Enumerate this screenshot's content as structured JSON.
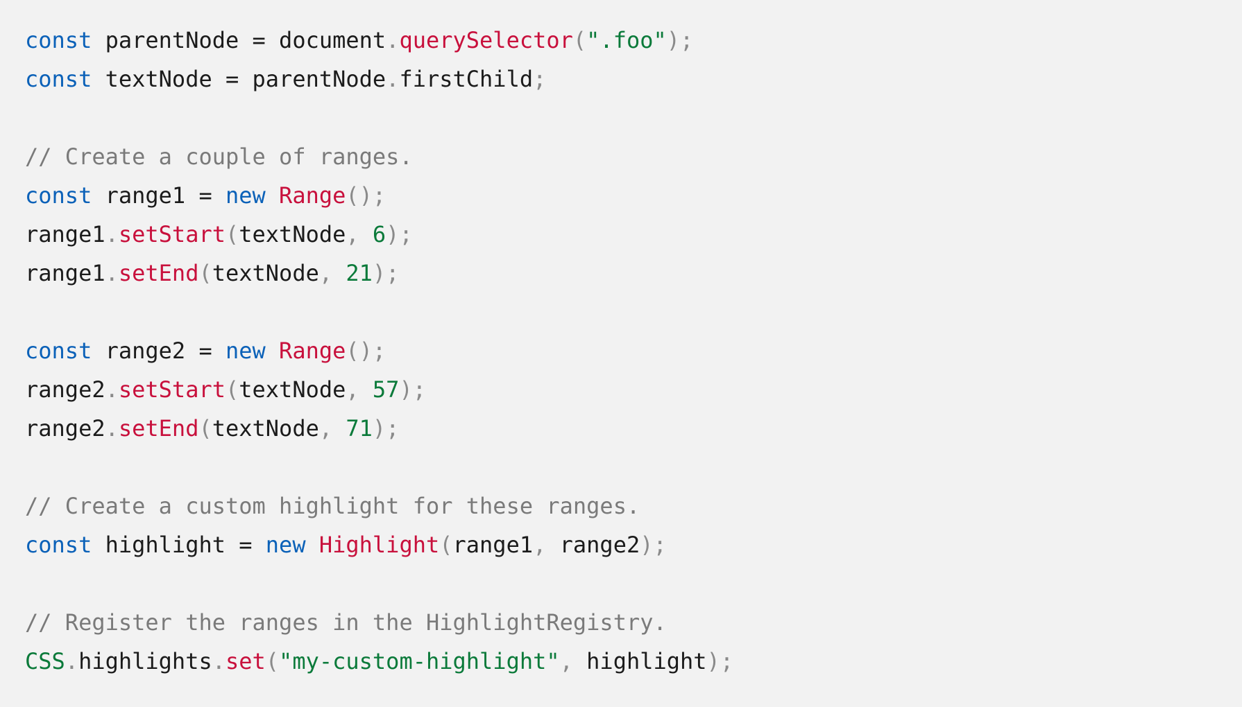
{
  "colors": {
    "background": "#f2f2f2",
    "keyword": "#0b61b8",
    "function": "#c8103c",
    "string": "#0b7a3a",
    "number": "#0b7a3a",
    "comment": "#7a7a7a",
    "punctuation": "#8a8a8a",
    "identifier": "#1b1b1b"
  },
  "code": {
    "lines": [
      [
        {
          "t": "const",
          "k": "kw"
        },
        {
          "t": " parentNode = document",
          "k": "id"
        },
        {
          "t": ".",
          "k": "pn"
        },
        {
          "t": "querySelector",
          "k": "fn"
        },
        {
          "t": "(",
          "k": "pn"
        },
        {
          "t": "\".foo\"",
          "k": "str"
        },
        {
          "t": ");",
          "k": "pn"
        }
      ],
      [
        {
          "t": "const",
          "k": "kw"
        },
        {
          "t": " textNode = parentNode",
          "k": "id"
        },
        {
          "t": ".",
          "k": "pn"
        },
        {
          "t": "firstChild",
          "k": "id"
        },
        {
          "t": ";",
          "k": "pn"
        }
      ],
      [],
      [
        {
          "t": "// Create a couple of ranges.",
          "k": "cm"
        }
      ],
      [
        {
          "t": "const",
          "k": "kw"
        },
        {
          "t": " range1 = ",
          "k": "id"
        },
        {
          "t": "new",
          "k": "kw"
        },
        {
          "t": " ",
          "k": "id"
        },
        {
          "t": "Range",
          "k": "fn"
        },
        {
          "t": "();",
          "k": "pn"
        }
      ],
      [
        {
          "t": "range1",
          "k": "id"
        },
        {
          "t": ".",
          "k": "pn"
        },
        {
          "t": "setStart",
          "k": "fn"
        },
        {
          "t": "(",
          "k": "pn"
        },
        {
          "t": "textNode",
          "k": "id"
        },
        {
          "t": ", ",
          "k": "pn"
        },
        {
          "t": "6",
          "k": "num"
        },
        {
          "t": ");",
          "k": "pn"
        }
      ],
      [
        {
          "t": "range1",
          "k": "id"
        },
        {
          "t": ".",
          "k": "pn"
        },
        {
          "t": "setEnd",
          "k": "fn"
        },
        {
          "t": "(",
          "k": "pn"
        },
        {
          "t": "textNode",
          "k": "id"
        },
        {
          "t": ", ",
          "k": "pn"
        },
        {
          "t": "21",
          "k": "num"
        },
        {
          "t": ");",
          "k": "pn"
        }
      ],
      [],
      [
        {
          "t": "const",
          "k": "kw"
        },
        {
          "t": " range2 = ",
          "k": "id"
        },
        {
          "t": "new",
          "k": "kw"
        },
        {
          "t": " ",
          "k": "id"
        },
        {
          "t": "Range",
          "k": "fn"
        },
        {
          "t": "();",
          "k": "pn"
        }
      ],
      [
        {
          "t": "range2",
          "k": "id"
        },
        {
          "t": ".",
          "k": "pn"
        },
        {
          "t": "setStart",
          "k": "fn"
        },
        {
          "t": "(",
          "k": "pn"
        },
        {
          "t": "textNode",
          "k": "id"
        },
        {
          "t": ", ",
          "k": "pn"
        },
        {
          "t": "57",
          "k": "num"
        },
        {
          "t": ");",
          "k": "pn"
        }
      ],
      [
        {
          "t": "range2",
          "k": "id"
        },
        {
          "t": ".",
          "k": "pn"
        },
        {
          "t": "setEnd",
          "k": "fn"
        },
        {
          "t": "(",
          "k": "pn"
        },
        {
          "t": "textNode",
          "k": "id"
        },
        {
          "t": ", ",
          "k": "pn"
        },
        {
          "t": "71",
          "k": "num"
        },
        {
          "t": ");",
          "k": "pn"
        }
      ],
      [],
      [
        {
          "t": "// Create a custom highlight for these ranges.",
          "k": "cm"
        }
      ],
      [
        {
          "t": "const",
          "k": "kw"
        },
        {
          "t": " highlight = ",
          "k": "id"
        },
        {
          "t": "new",
          "k": "kw"
        },
        {
          "t": " ",
          "k": "id"
        },
        {
          "t": "Highlight",
          "k": "fn"
        },
        {
          "t": "(",
          "k": "pn"
        },
        {
          "t": "range1",
          "k": "id"
        },
        {
          "t": ", ",
          "k": "pn"
        },
        {
          "t": "range2",
          "k": "id"
        },
        {
          "t": ");",
          "k": "pn"
        }
      ],
      [],
      [
        {
          "t": "// Register the ranges in the HighlightRegistry.",
          "k": "cm"
        }
      ],
      [
        {
          "t": "CSS",
          "k": "str"
        },
        {
          "t": ".",
          "k": "pn"
        },
        {
          "t": "highlights",
          "k": "id"
        },
        {
          "t": ".",
          "k": "pn"
        },
        {
          "t": "set",
          "k": "fn"
        },
        {
          "t": "(",
          "k": "pn"
        },
        {
          "t": "\"my-custom-highlight\"",
          "k": "str"
        },
        {
          "t": ", ",
          "k": "pn"
        },
        {
          "t": "highlight",
          "k": "id"
        },
        {
          "t": ");",
          "k": "pn"
        }
      ]
    ]
  }
}
